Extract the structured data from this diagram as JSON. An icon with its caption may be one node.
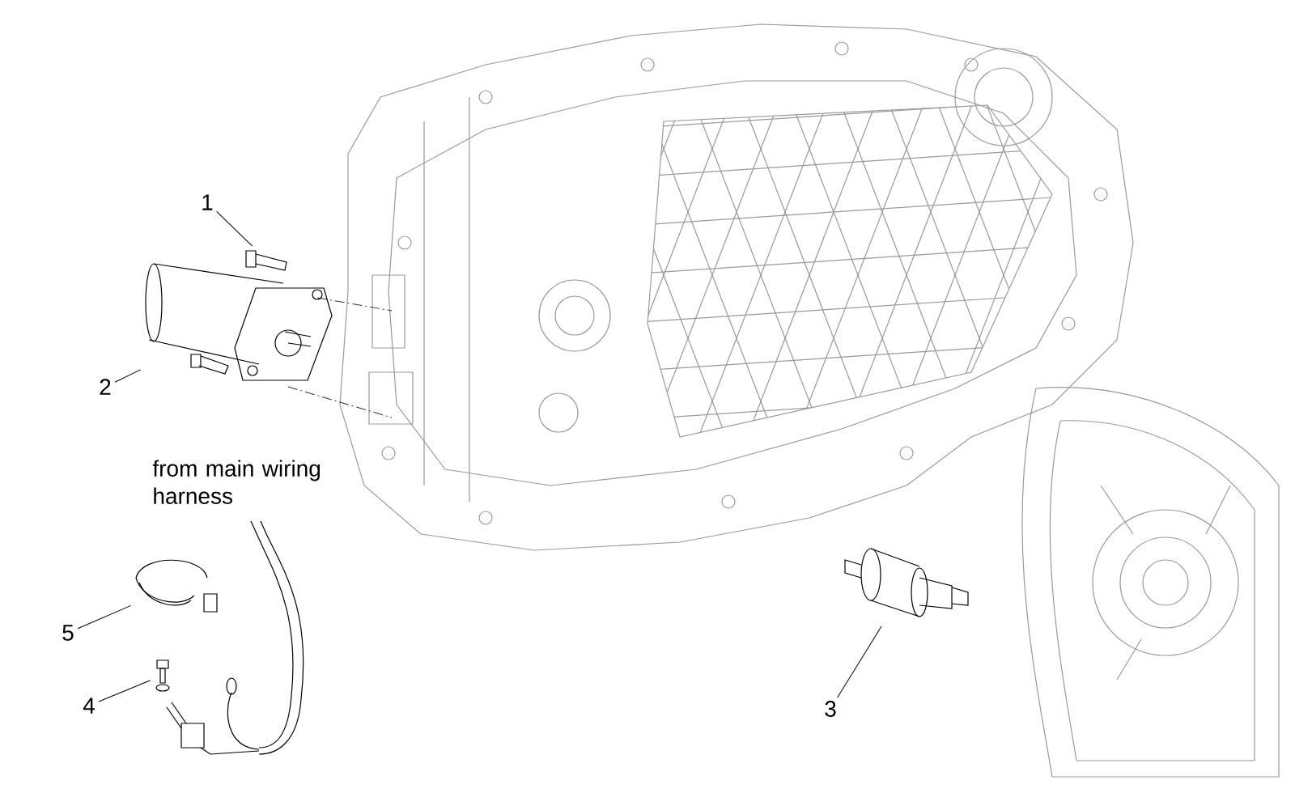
{
  "diagram": {
    "nodes": [
      {
        "text": [
          "1"
        ]
      },
      {
        "text": [],
        "shape": "picture"
      },
      {
        "text": [
          "2"
        ]
      },
      {
        "text": [],
        "shape": "picture"
      },
      {
        "text": [
          "5"
        ]
      },
      {
        "text": [],
        "shape": "picture"
      },
      {
        "text": [
          "4"
        ]
      },
      {
        "text": [],
        "shape": "picture"
      },
      {
        "text": [
          "3"
        ]
      },
      {
        "text": [],
        "shape": "picture"
      }
    ],
    "edges": [
      {
        "from": 0,
        "to": 1,
        "arrow": "none"
      },
      {
        "from": 2,
        "to": 3,
        "arrow": "none"
      },
      {
        "from": 4,
        "to": 5,
        "arrow": "none"
      },
      {
        "from": 6,
        "to": 7,
        "arrow": "none"
      },
      {
        "from": 8,
        "to": 9,
        "arrow": "none"
      }
    ],
    "labels": [
      "from main wiring harness"
    ]
  }
}
